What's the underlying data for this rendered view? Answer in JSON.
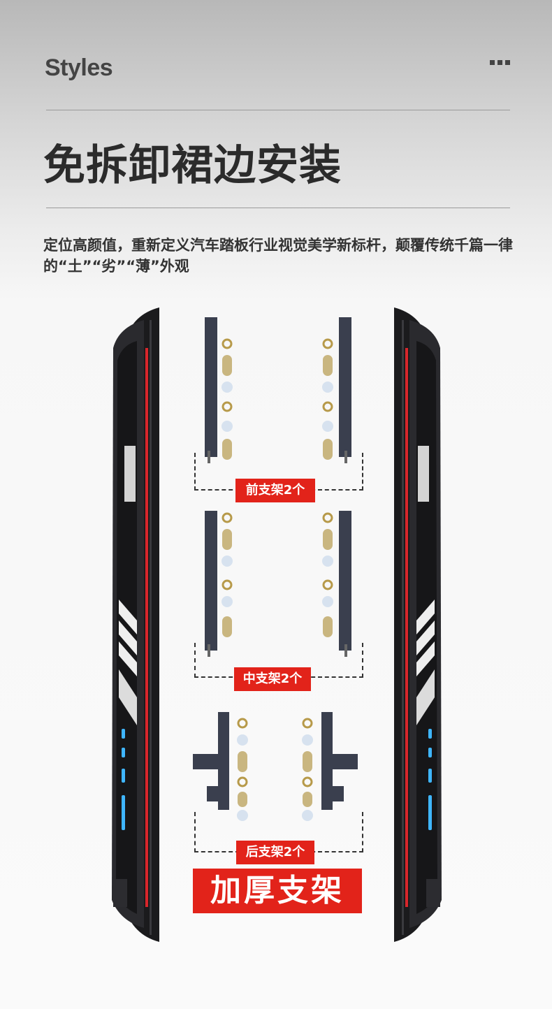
{
  "header": {
    "brand": "Styles",
    "more_icon": "ellipsis-icon"
  },
  "title": "免拆卸裙边安装",
  "description": "定位高颜值，重新定义汽车踏板行业视觉美学新标杆，颠覆传统千篇一律的“土”“劣”“薄”外观",
  "brackets": {
    "front_label": "前支架2个",
    "middle_label": "中支架2个",
    "rear_label": "后支架2个"
  },
  "badge": "加厚支架",
  "colors": {
    "accent_red": "#e2231a",
    "board_black": "#1a1a1c",
    "led_blue": "#3fb6ff"
  }
}
